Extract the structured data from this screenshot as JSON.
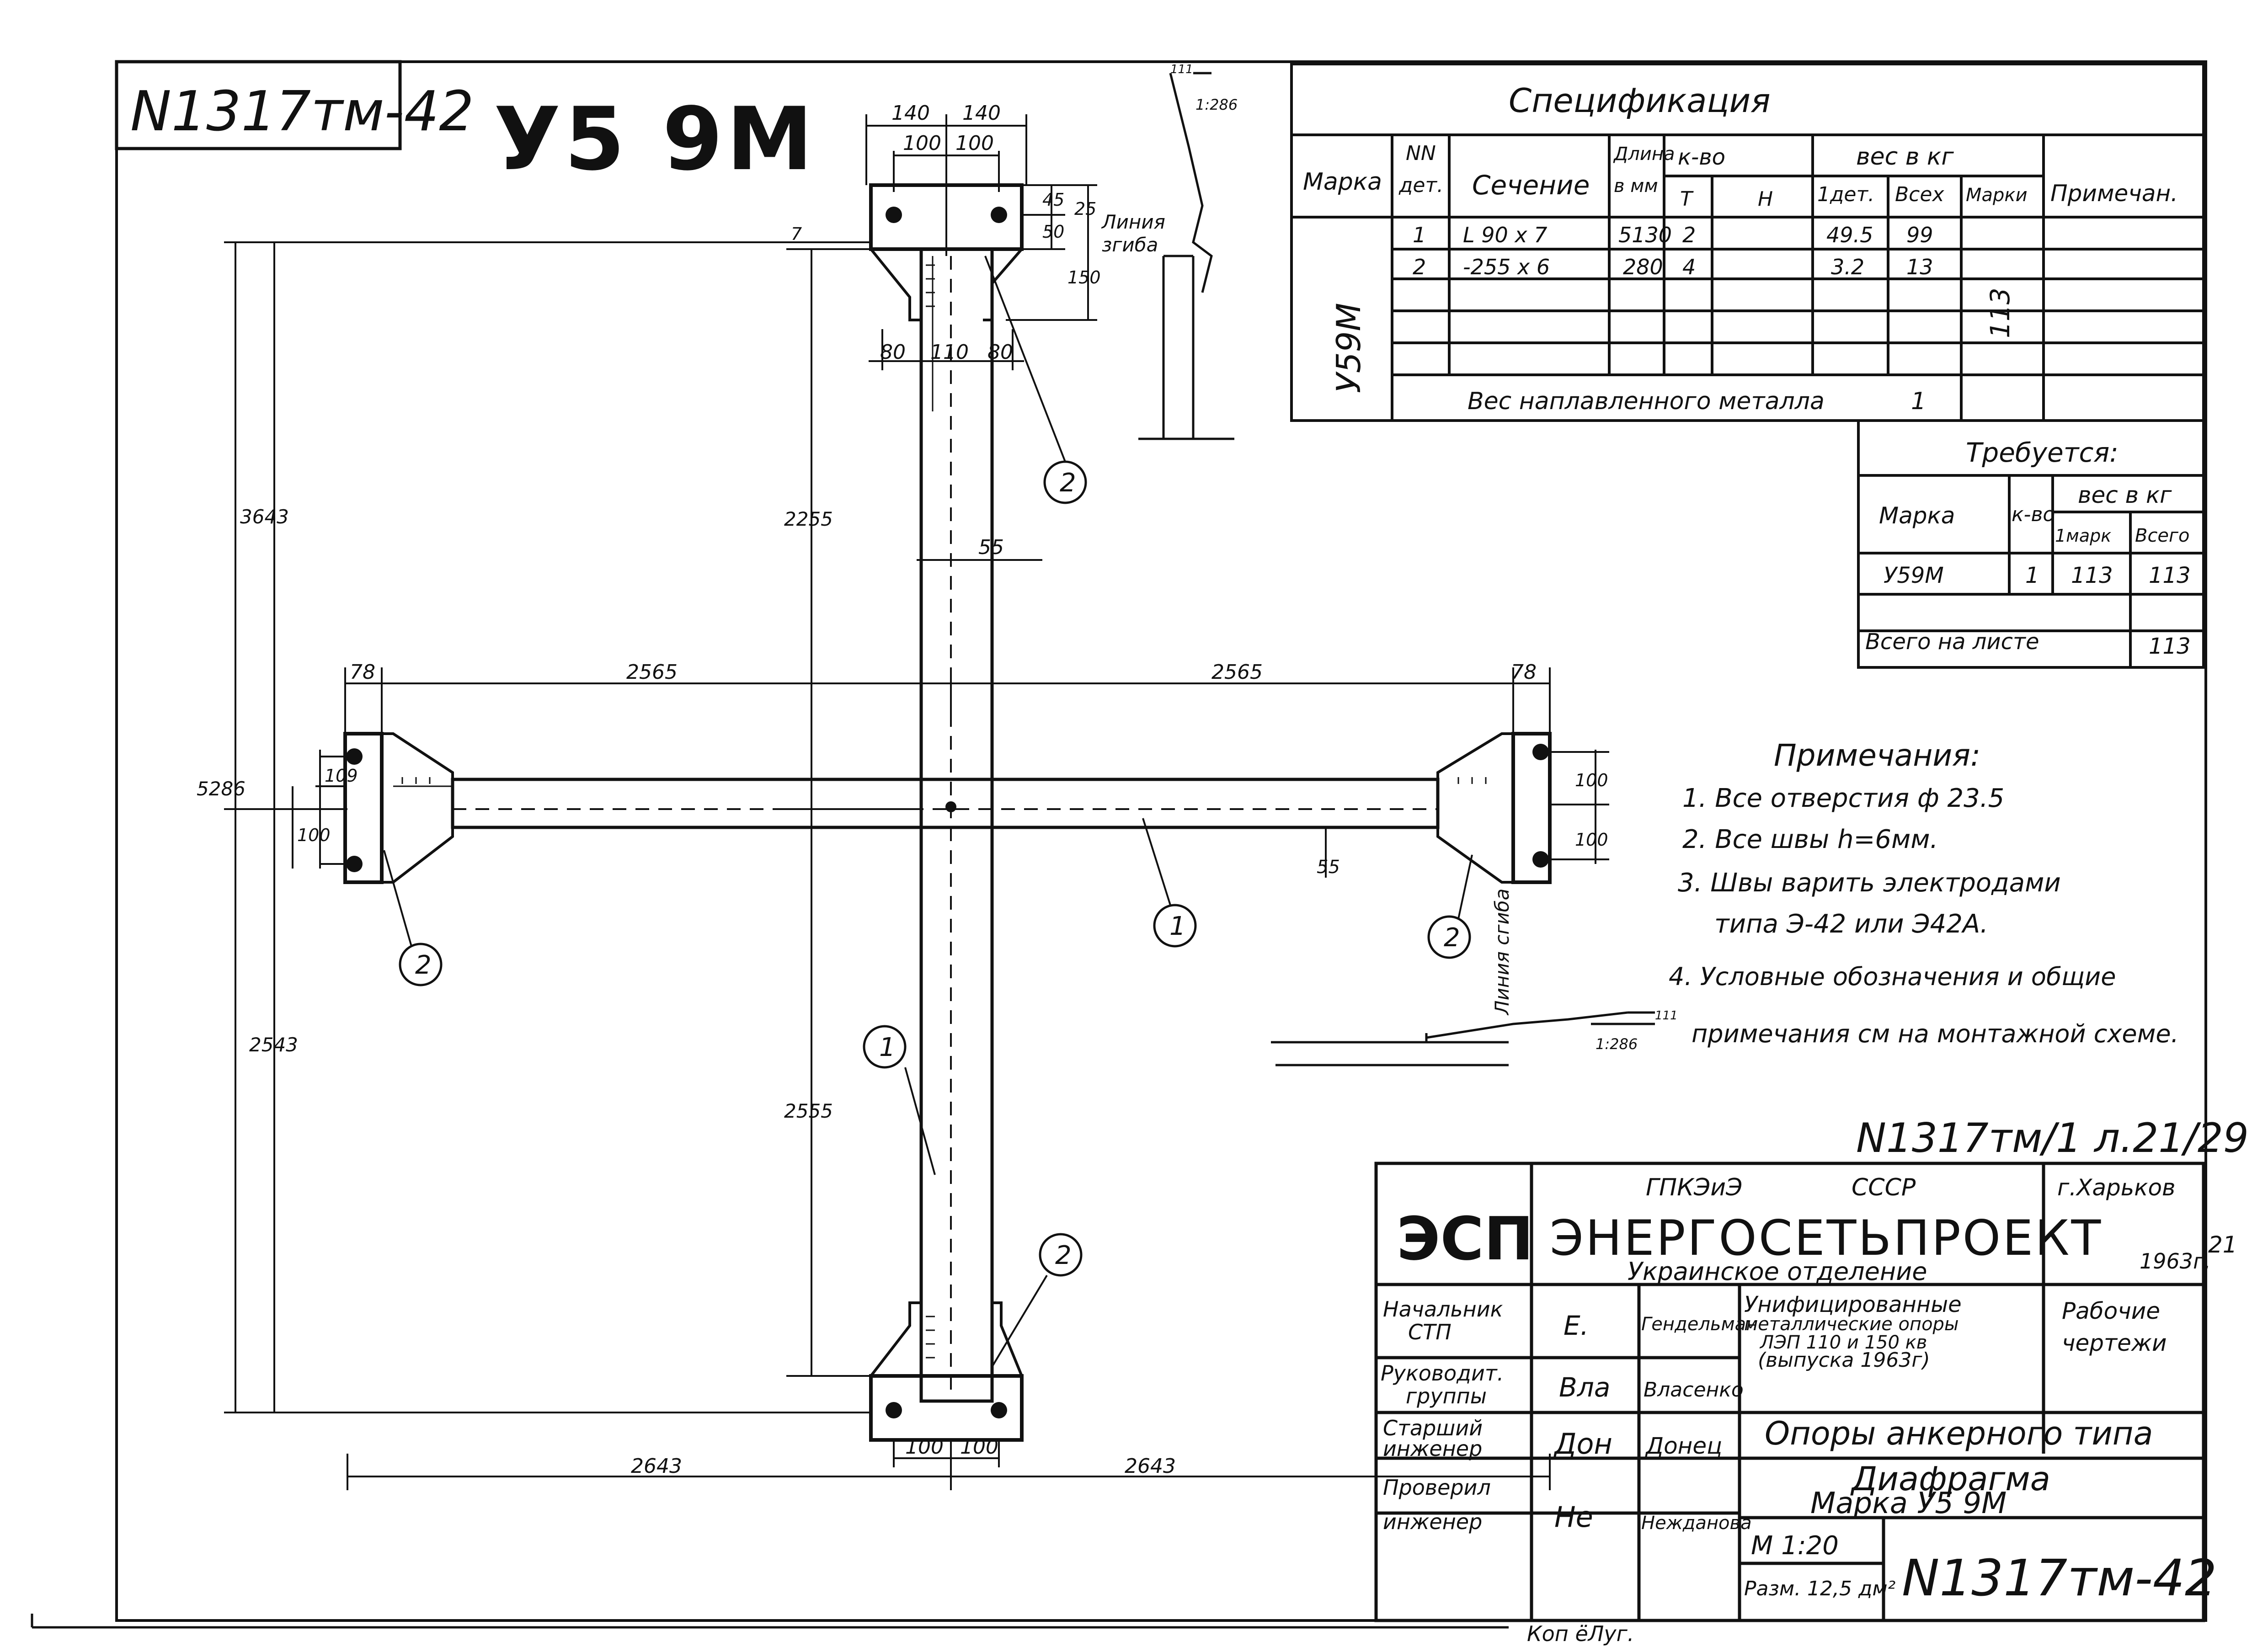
{
  "doc_number_top": "N1317тм-42",
  "mark_big": "У5 9М",
  "spec": {
    "title": "Спецификация",
    "headers": {
      "mark": "Марка",
      "det1": "NN",
      "det2": "дет.",
      "section": "Сечение",
      "length1": "Длина",
      "length2": "в мм",
      "qty": "к-во",
      "qty_t": "Т",
      "qty_n": "Н",
      "weight": "вес в кг",
      "w_one": "1дет.",
      "w_all": "Всех",
      "w_mark": "Марки",
      "note": "Примечан."
    },
    "mark_value": "У59М",
    "rows": [
      {
        "det": "1",
        "section": "L 90 x 7",
        "length": "5130",
        "t": "2",
        "n": "",
        "w_one": "49.5",
        "w_all": "99"
      },
      {
        "det": "2",
        "section": "-255 x 6",
        "length": "280",
        "t": "4",
        "n": "",
        "w_one": "3.2",
        "w_all": "13"
      }
    ],
    "mark_weight": "113",
    "deposited_label": "Вес наплавленного металла",
    "deposited_value": "1"
  },
  "required": {
    "title": "Требуется:",
    "h_mark": "Марка",
    "h_qty": "к-во",
    "h_weight": "вес в кг",
    "h_one": "1марк",
    "h_total": "Всего",
    "row": {
      "mark": "У59М",
      "qty": "1",
      "one": "113",
      "total": "113"
    },
    "sheet_total_label": "Всего на листе",
    "sheet_total_value": "113"
  },
  "notes": {
    "title": "Примечания:",
    "items": [
      "1. Все отверстия ф 23.5",
      "2. Все швы h=6мм.",
      "3. Швы варить электродами",
      "типа Э-42 или Э42А.",
      "4. Условные обозначения и общие",
      "примечания см на монтажной схеме."
    ]
  },
  "dims": {
    "d140a": "140",
    "d140b": "140",
    "d100a": "100",
    "d100b": "100",
    "d50": "50",
    "d45": "45",
    "d25": "25",
    "d150": "150",
    "d7": "7",
    "d80a": "80",
    "d110": "110",
    "d80b": "80",
    "d2565l": "2565",
    "d2565r": "2565",
    "d78l": "78",
    "d78r": "78",
    "d55v": "55",
    "d55h": "55",
    "d109l": "109",
    "d100l": "100",
    "d100r1": "100",
    "d100r2": "100",
    "d3643": "3643",
    "d5286": "5286",
    "d2543": "2543",
    "d2255": "2255",
    "d2555": "2555",
    "d2643l": "2643",
    "d2643r": "2643",
    "d100c": "100",
    "d100d": "100",
    "d1286a": "1:286",
    "d1286b": "1:286",
    "d111a": "111",
    "d111b": "111"
  },
  "labels": {
    "bend_line_a": "Линия",
    "bend_line_b": "згиба",
    "bend_line_c": "Линия сгиба"
  },
  "callouts": {
    "c1": "2",
    "c2": "2",
    "c3": "1",
    "c4": "2",
    "c5": "1",
    "c6": "2"
  },
  "sheet_ref": "N1317тм/1 л.21/29",
  "title_block": {
    "org_top": "ГПКЭиЭ",
    "org_ussr": "СССР",
    "city": "г.Харьков",
    "esp": "ЭСП",
    "org": "ЭНЕРГОСЕТЬПРОЕКТ",
    "branch": "Украинское отделение",
    "year": "1963г.",
    "margin_mark": "21",
    "unified": [
      "Унифицированные",
      "металлические опоры",
      "ЛЭП 110 и 150 кв",
      "(выпуска 1963г)"
    ],
    "working": [
      "Рабочие",
      "чертежи"
    ],
    "supports": "Опоры анкерного типа",
    "diaphragm": "Диафрагма",
    "mark_line": "Марка У5 9М",
    "scale": "М 1:20",
    "size": "Разм. 12,5 дм²",
    "doc_no": "N1317тм-42",
    "people": [
      {
        "role": [
          "Начальник",
          "СТП"
        ],
        "sign": "Е.",
        "name": "Гендельман"
      },
      {
        "role": [
          "Руководит.",
          "группы"
        ],
        "sign": "Вла",
        "name": "Власенко"
      },
      {
        "role": [
          "Старший",
          "инженер"
        ],
        "sign": "Дон",
        "name": "Донец"
      },
      {
        "role": [
          "Проверил",
          "инженер"
        ],
        "sign": "Не",
        "name": "Нежданова"
      }
    ],
    "copied": "Коп ёЛуг."
  }
}
